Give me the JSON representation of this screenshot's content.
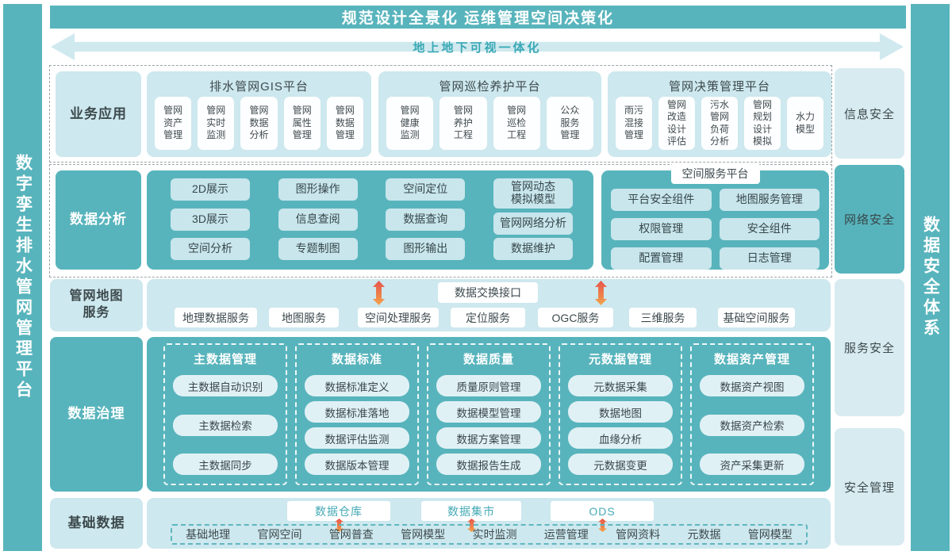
{
  "banner": {
    "title": "规范设计全景化  运维管理空间决策化"
  },
  "arrow_banner": {
    "label": "地上地下可视一体化"
  },
  "left_bar": {
    "label": "数字孪生排水管网管理平台"
  },
  "right_bar": {
    "label": "数据安全体系"
  },
  "security": {
    "items": [
      {
        "label": "信息安全"
      },
      {
        "label": "网络安全"
      },
      {
        "label": "服务安全"
      },
      {
        "label": "安全管理"
      }
    ]
  },
  "colors": {
    "teal": "#58b4bc",
    "light_panel": "#cde8ee",
    "arrow_red": "#e8554e",
    "arrow_orange": "#f3a54f"
  },
  "rows": {
    "business": {
      "label": "业务应用",
      "platforms": [
        {
          "title": "排水管网GIS平台",
          "items": [
            "管网\n资产\n管理",
            "管网\n实时\n监测",
            "管网\n数据\n分析",
            "管网\n属性\n管理",
            "管网\n数据\n管理"
          ]
        },
        {
          "title": "管网巡检养护平台",
          "items": [
            "管网\n健康\n监测",
            "管网\n养护\n工程",
            "管网\n巡检\n工程",
            "公众\n服务\n管理"
          ]
        },
        {
          "title": "管网决策管理平台",
          "items": [
            "雨污\n混接\n管理",
            "管网\n改造\n设计\n评估",
            "污水\n管网\n负荷\n分析",
            "管网\n规划\n设计\n模拟",
            "水力\n模型"
          ]
        }
      ]
    },
    "analysis": {
      "label": "数据分析",
      "columns": [
        [
          "2D展示",
          "3D展示",
          "空间分析"
        ],
        [
          "图形操作",
          "信息查阅",
          "专题制图"
        ],
        [
          "空间定位",
          "数据查询",
          "图形输出"
        ],
        [
          "管网动态\n模拟模型",
          "管网网络分析",
          "数据维护"
        ]
      ],
      "service_platform": {
        "title": "空间服务平台",
        "pills": [
          [
            "平台安全组件",
            "地图服务管理"
          ],
          [
            "权限管理",
            "安全组件"
          ],
          [
            "配置管理",
            "日志管理"
          ]
        ]
      }
    },
    "map_service": {
      "label": "管网地图\n服务",
      "exchange": "数据交换接口",
      "services": [
        "地理数据服务",
        "地图服务",
        "空间处理服务",
        "定位服务",
        "OGC服务",
        "三维服务",
        "基础空间服务"
      ]
    },
    "governance": {
      "label": "数据治理",
      "groups": [
        {
          "title": "主数据管理",
          "items": [
            "主数据自动识别",
            "主数据检索",
            "主数据同步"
          ]
        },
        {
          "title": "数据标准",
          "items": [
            "数据标准定义",
            "数据标准落地",
            "数据评估监测",
            "数据版本管理"
          ]
        },
        {
          "title": "数据质量",
          "items": [
            "质量原则管理",
            "数据模型管理",
            "数据方案管理",
            "数据报告生成"
          ]
        },
        {
          "title": "元数据管理",
          "items": [
            "元数据采集",
            "数据地图",
            "血缘分析",
            "元数据变更"
          ]
        },
        {
          "title": "数据资产管理",
          "items": [
            "数据资产视图",
            "数据资产检索",
            "资产采集更新"
          ]
        }
      ]
    },
    "base_data": {
      "label": "基础数据",
      "stores": [
        "数据仓库",
        "数据集市",
        "ODS"
      ],
      "sources": [
        "基础地理",
        "官网空间",
        "管网普查",
        "管网模型",
        "实时监测",
        "运营管理",
        "管网资料",
        "元数据",
        "管网模型"
      ]
    }
  }
}
